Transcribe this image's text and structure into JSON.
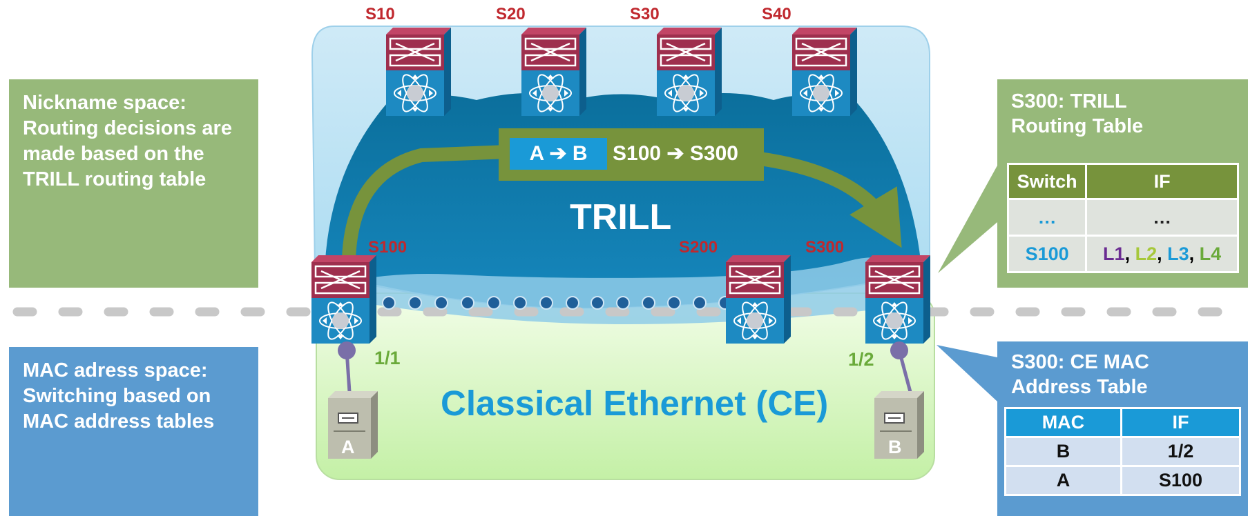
{
  "notes": {
    "nickname_space": "Nickname space: Routing decisions are made based on the TRILL routing table",
    "mac_space": "MAC adress space: Switching based on MAC address tables"
  },
  "switches": {
    "s10": "S10",
    "s20": "S20",
    "s30": "S30",
    "s40": "S40",
    "s100": "S100",
    "s200": "S200",
    "s300": "S300"
  },
  "regions": {
    "trill": "TRILL",
    "ce": "Classical Ethernet (CE)"
  },
  "frame": {
    "inner": "A ➔ B",
    "outer": "S100 ➔ S300"
  },
  "ports": {
    "left": "1/1",
    "right": "1/2"
  },
  "servers": {
    "a": "A",
    "b": "B"
  },
  "trill_table": {
    "title": "S300: TRILL Routing Table",
    "headers": [
      "Switch",
      "IF"
    ],
    "row1": [
      "…",
      "…"
    ],
    "row2_switch": "S100",
    "row2_ifs": [
      {
        "label": "L1",
        "color": "#6a2c91"
      },
      {
        "label": "L2",
        "color": "#a6c83a"
      },
      {
        "label": "L3",
        "color": "#1a9ad7"
      },
      {
        "label": "L4",
        "color": "#6aaa3a"
      }
    ],
    "sep": ", "
  },
  "ce_table": {
    "title": "S300: CE MAC Address Table",
    "headers": [
      "MAC",
      "IF"
    ],
    "rows": [
      [
        "B",
        "1/2"
      ],
      [
        "A",
        "S100"
      ]
    ]
  },
  "colors": {
    "label_red": "#c0282e",
    "green_panel": "#97b97a",
    "blue_panel": "#5b9bd0",
    "trill_blue": "#0e7fae",
    "ce_text": "#1a9ad7",
    "arrow_green": "#77933c",
    "switch_top": "#9e2f4e",
    "switch_bottom": "#1d8ac2"
  }
}
